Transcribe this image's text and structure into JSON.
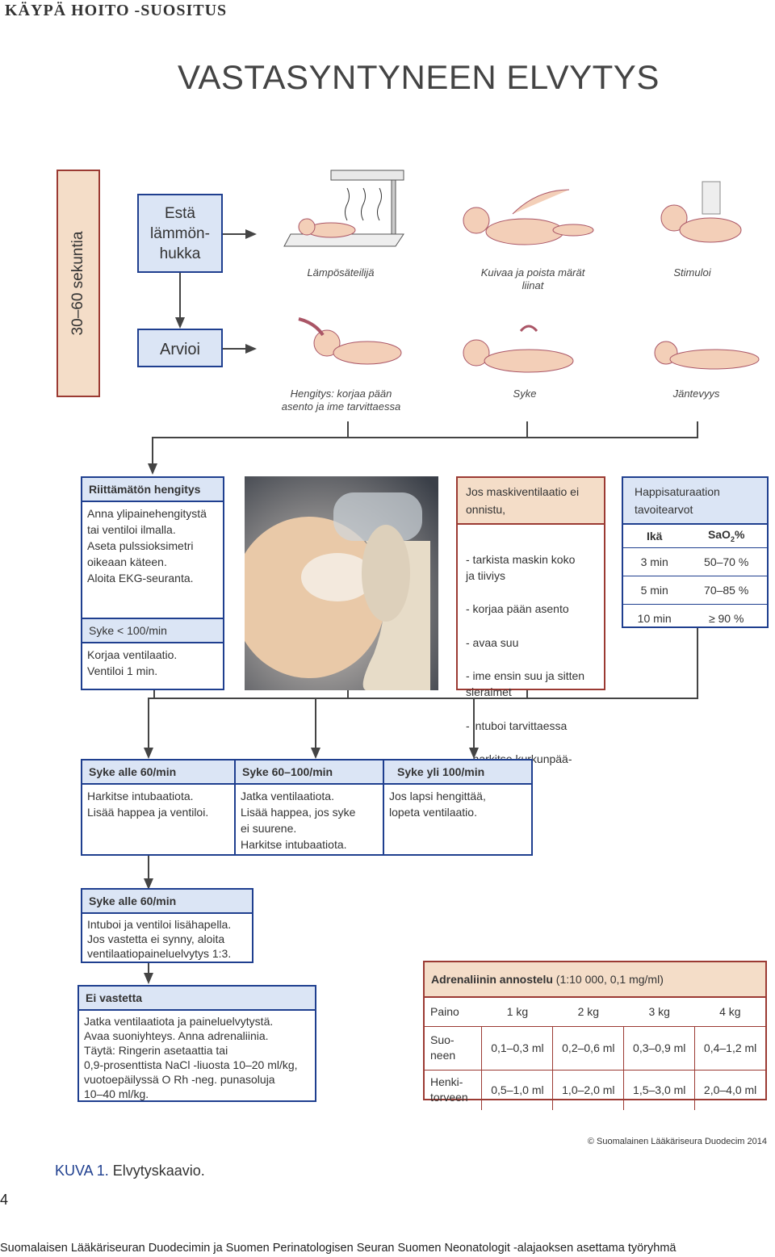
{
  "brand": "KÄYPÄ HOITO -SUOSITUS",
  "title": "VASTASYNTYNEEN ELVYTYS",
  "time_label": "30–60 sekuntia",
  "first_steps": {
    "prevent_heat_loss": "Estä lämmön-hukka",
    "assess": "Arvioi",
    "captions_top": [
      "Lämpösäteilijä",
      "Kuivaa ja poista märät liinat",
      "Stimuloi"
    ],
    "captions_bottom": [
      "Hengitys: korjaa pään asento ja ime tarvittaessa",
      "Syke",
      "Jäntevyys"
    ]
  },
  "box_insufficient": {
    "title": "Riittämätön hengitys",
    "text": "Anna ylipainehengitystä\ntai ventiloi ilmalla.\nAseta pulssioksimetri\noikeaan käteen.\nAloita EKG-seuranta.",
    "sub_title": "Syke < 100/min",
    "sub_text": "Korjaa ventilaatio.\nVentiloi 1 min."
  },
  "box_mask": {
    "title": "Jos maskiventilaatio ei onnistu,",
    "items": [
      "- tarkista maskin koko\n   ja tiiviys",
      "- korjaa pään asento",
      "- avaa suu",
      "- ime ensin suu ja sitten\n   sieraimet",
      "- intuboi tarvittaessa",
      "- harkitse kurkunpää-\n   maskia."
    ]
  },
  "sat_table": {
    "title": "Happisaturaation tavoitearvot",
    "col_age": "Ikä",
    "col_sao2": "SaO",
    "col_sub": "2",
    "col_pct": "%",
    "rows": [
      [
        "3 min",
        "50–70 %"
      ],
      [
        "5 min",
        "70–85 %"
      ],
      [
        "10 min",
        "≥ 90 %"
      ]
    ]
  },
  "hr_boxes": [
    {
      "title": "Syke alle 60/min",
      "text": "Harkitse intubaatiota.\nLisää happea ja ventiloi."
    },
    {
      "title": "Syke 60–100/min",
      "text": "Jatka ventilaatiota.\nLisää happea, jos syke\nei suurene.\nHarkitse intubaatiota."
    },
    {
      "title": "Syke yli 100/min",
      "text": "Jos lapsi hengittää,\nlopeta ventilaatio."
    }
  ],
  "box_under60": {
    "title": "Syke alle 60/min",
    "text": "Intuboi ja ventiloi lisähapella.\nJos vastetta ei synny, aloita\nventilaatiopaineluelvytys 1:3."
  },
  "box_noresponse": {
    "title": "Ei vastetta",
    "text": "Jatka ventilaatiota ja painelu­elvytystä.\nAvaa suoniyhteys. Anna adrenaliinia.\nTäytä: Ringerin asetaattia tai\n0,9-prosenttista NaCl -liuosta 10–20 ml/kg,\nvuotoepäilyssä O Rh -neg. punasoluja\n10–40 ml/kg."
  },
  "adrenaline": {
    "title_bold": "Adrenaliinin annostelu",
    "title_rest": " (1:10 000, 0,1 mg/ml)",
    "headers": [
      "Paino",
      "1 kg",
      "2 kg",
      "3 kg",
      "4 kg"
    ],
    "rows": [
      [
        "Suo-\nneen",
        "0,1–0,3 ml",
        "0,2–0,6 ml",
        "0,3–0,9 ml",
        "0,4–1,2 ml"
      ],
      [
        "Henki-\ntorveen",
        "0,5–1,0 ml",
        "1,0–2,0 ml",
        "1,5–3,0 ml",
        "2,0–4,0 ml"
      ]
    ]
  },
  "figure_label": "KUVA 1.",
  "figure_caption": "Elvytyskaavio.",
  "copyright": "© Suomalainen Lääkäriseura Duodecim 2014",
  "page_number": "4",
  "footer": "Suomalaisen Lääkäriseuran Duodecimin ja Suomen Perinatologisen Seuran Suomen Neonatologit -alajaoksen asettama työryhmä",
  "colors": {
    "blue": "#1f3f8f",
    "blue_fill": "#dbe5f5",
    "red": "#9b3a33",
    "red_fill": "#f4ddc8"
  }
}
